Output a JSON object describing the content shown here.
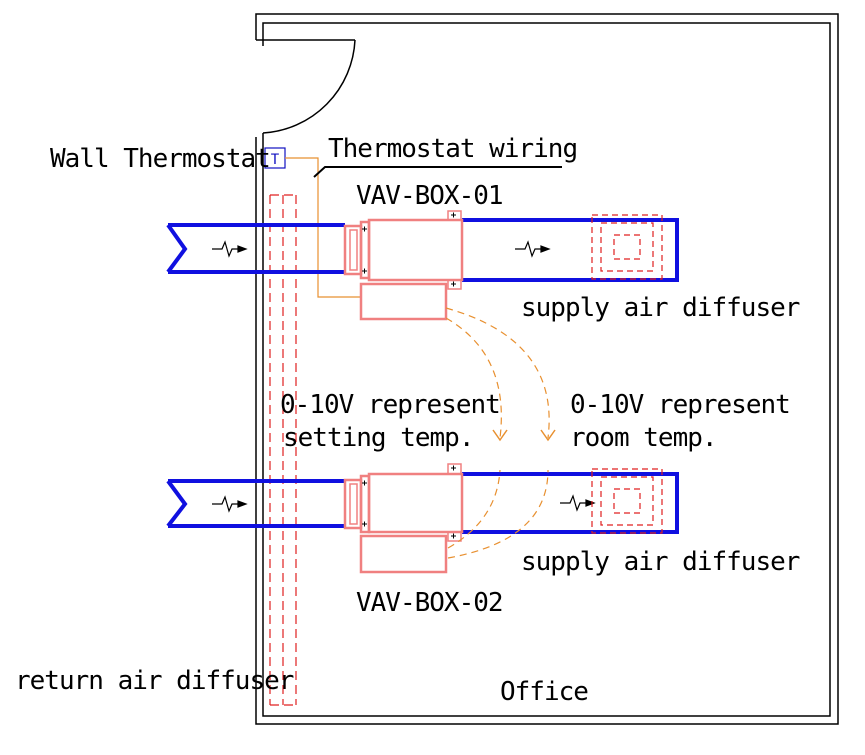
{
  "labels": {
    "wall_thermostat": "Wall Thermostat",
    "thermostat_symbol": "T",
    "thermostat_wiring": "Thermostat wiring",
    "vav_box_01": "VAV-BOX-01",
    "vav_box_02": "VAV-BOX-02",
    "supply_air_diffuser_1": "supply air diffuser",
    "supply_air_diffuser_2": "supply air diffuser",
    "signal_setting_line1": "0-10V represent",
    "signal_setting_line2": "setting temp.",
    "signal_room_line1": "0-10V represent",
    "signal_room_line2": "room temp.",
    "return_air_diffuser": "return air diffuser",
    "office": "Office"
  },
  "colors": {
    "duct": "#1010e0",
    "vav_box": "#f08080",
    "wiring": "#e89030",
    "diffuser": "#e02020",
    "thermostat": "#1010c0",
    "wall": "#000000"
  }
}
